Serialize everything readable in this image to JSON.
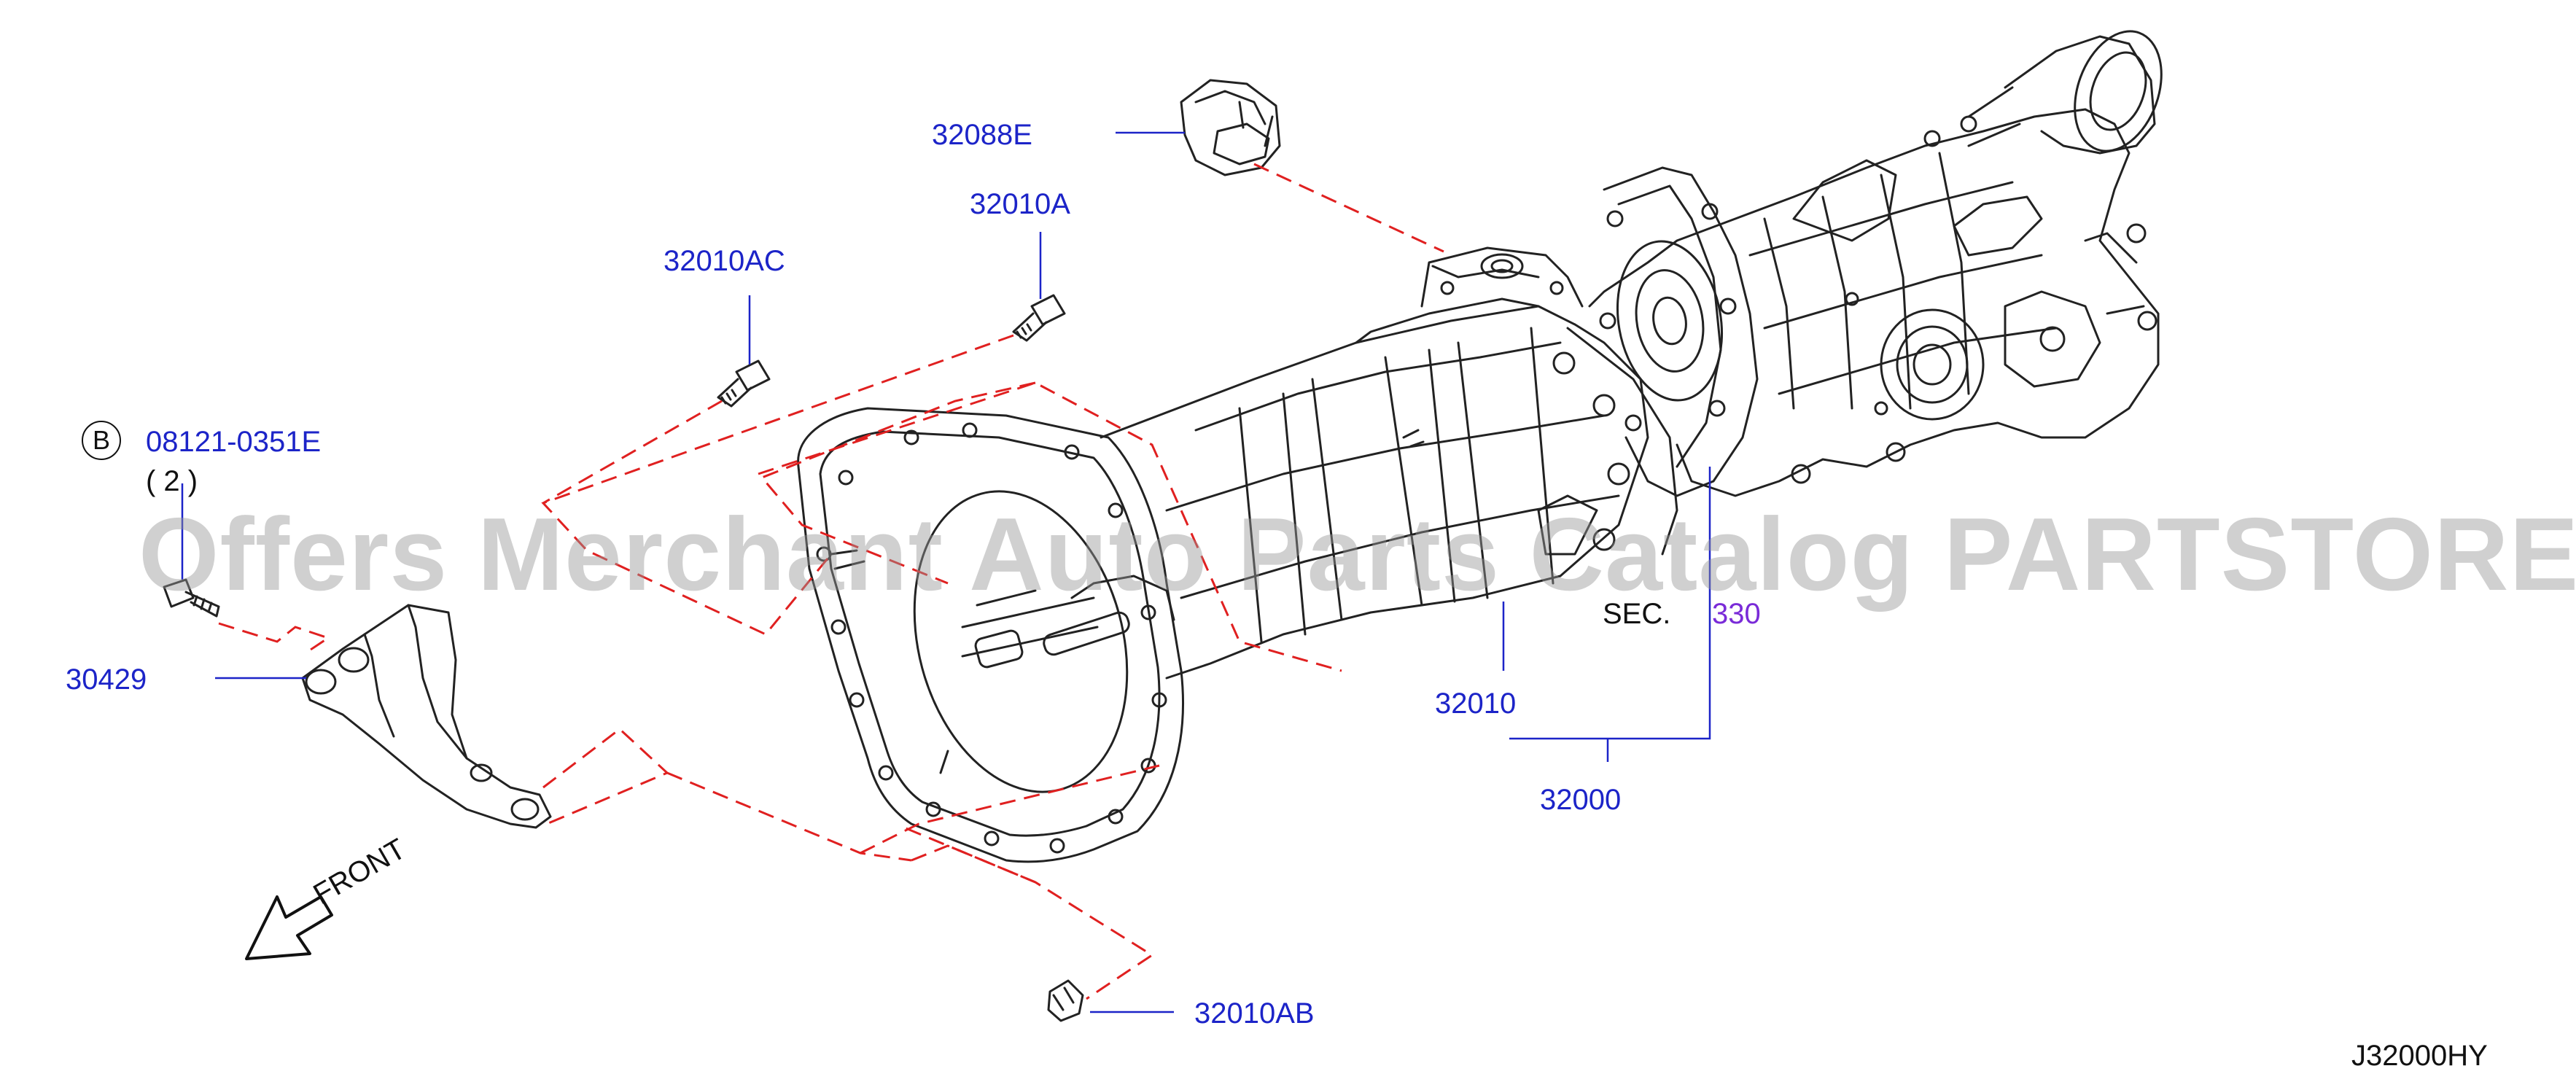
{
  "diagram": {
    "sheet_code": "J32000HY",
    "watermark": "Offers Merchant Auto Parts Catalog PARTSTORE.SA",
    "direction": {
      "label": "FRONT",
      "icon": "arrow-front-icon"
    },
    "section_ref": {
      "prefix": "SEC.",
      "number": "330"
    },
    "bolt_badge": {
      "letter": "B",
      "part": "08121-0351E",
      "qty": "( 2 )"
    },
    "callouts": [
      {
        "id": "32088E",
        "label": "32088E"
      },
      {
        "id": "32010A",
        "label": "32010A"
      },
      {
        "id": "32010AC",
        "label": "32010AC"
      },
      {
        "id": "30429",
        "label": "30429"
      },
      {
        "id": "32010",
        "label": "32010"
      },
      {
        "id": "32000",
        "label": "32000"
      },
      {
        "id": "32010AB",
        "label": "32010AB"
      }
    ],
    "colors": {
      "callout": "#1c24c8",
      "leader_dash": "#e02020",
      "line_art": "#222222",
      "section_number": "#7a2bd8"
    }
  }
}
